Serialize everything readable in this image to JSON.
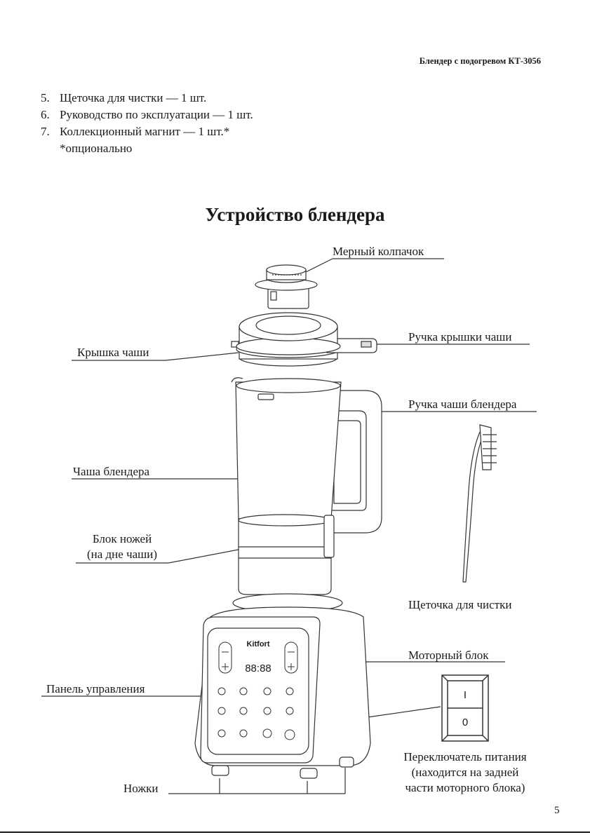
{
  "header": {
    "title": "Блендер с подогревом КТ-3056"
  },
  "contents": [
    {
      "num": "5.",
      "text": "Щеточка для чистки — 1 шт."
    },
    {
      "num": "6.",
      "text": "Руководство по эксплуатации — 1 шт."
    },
    {
      "num": "7.",
      "text": "Коллекционный магнит — 1 шт.*"
    }
  ],
  "contents_note": "*опционально",
  "section_title": "Устройство блендера",
  "labels": {
    "measuring_cap": "Мерный колпачок",
    "lid_handle": "Ручка крышки чаши",
    "lid": "Крышка чаши",
    "jar_handle": "Ручка чаши блендера",
    "jar": "Чаша блендера",
    "blade_line1": "Блок ножей",
    "blade_line2": "(на дне чаши)",
    "brush": "Щеточка для чистки",
    "motor": "Моторный блок",
    "panel": "Панель управления",
    "switch_line1": "Переключатель питания",
    "switch_line2": "(находится на задней",
    "switch_line3": "части моторного блока)",
    "feet": "Ножки"
  },
  "device": {
    "brand": "Kitfort",
    "display": "88:88",
    "switch_on": "I",
    "switch_off": "0"
  },
  "page_number": "5",
  "colors": {
    "ink": "#1a1a1a",
    "line": "#333333",
    "body": "#ffffff"
  }
}
